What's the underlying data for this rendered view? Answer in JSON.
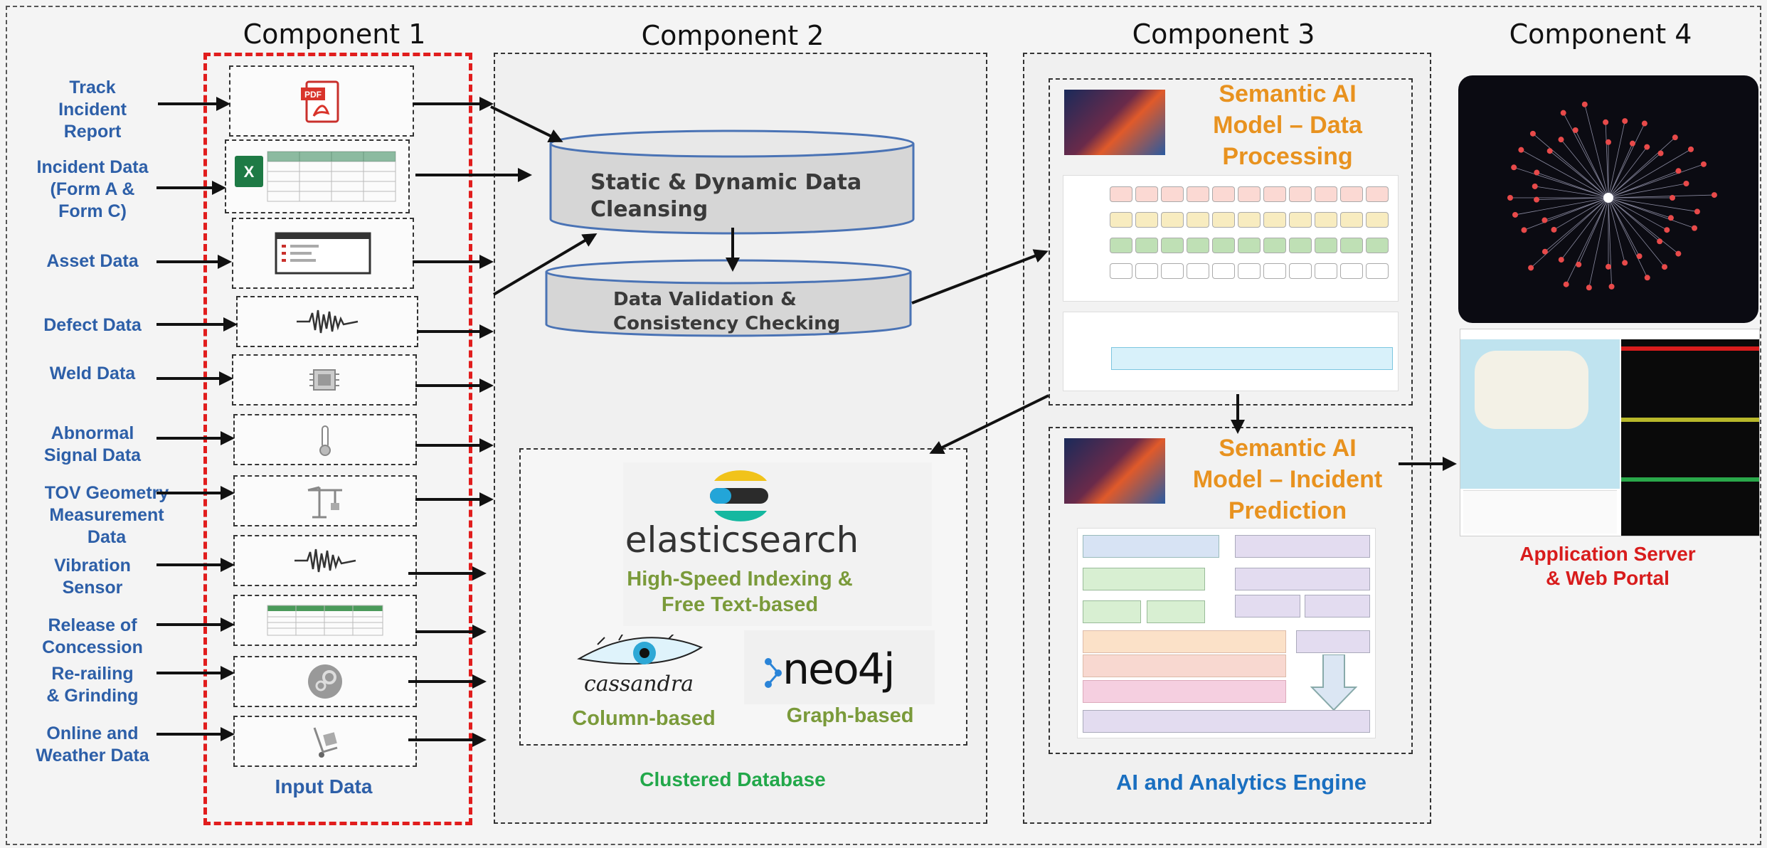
{
  "components": {
    "c1_title": "Component 1",
    "c2_title": "Component 2",
    "c3_title": "Component 3",
    "c4_title": "Component 4"
  },
  "inputs": [
    {
      "label": "Track\nIncident\nReport",
      "icon": "pdf-icon"
    },
    {
      "label": "Incident Data\n(Form A &\nForm C)",
      "icon": "excel-icon"
    },
    {
      "label": "Asset Data",
      "icon": "monitor-icon"
    },
    {
      "label": "Defect Data",
      "icon": "waveform-icon"
    },
    {
      "label": "Weld Data",
      "icon": "chip-icon"
    },
    {
      "label": "Abnormal\nSignal Data",
      "icon": "thermometer-icon"
    },
    {
      "label": "TOV Geometry\nMeasurement\nData",
      "icon": "crane-icon"
    },
    {
      "label": "Vibration\nSensor",
      "icon": "waveform-icon"
    },
    {
      "label": "Release of\nConcession",
      "icon": "spreadsheet-icon"
    },
    {
      "label": "Re-railing\n& Grinding",
      "icon": "gears-icon"
    },
    {
      "label": "Online and\nWeather Data",
      "icon": "hand-truck-icon"
    }
  ],
  "input_data_label": "Input Data",
  "c2": {
    "cylinder1": "Static  & Dynamic Data\nCleansing",
    "cylinder2": "Data Validation &\nConsistency Checking",
    "elastic_logo_text": "elasticsearch",
    "elastic_caption": "High-Speed Indexing &\nFree Text-based",
    "cassandra_logo_text": "cassandra",
    "cassandra_caption": "Column-based",
    "neo4j_logo_text": "neo4j",
    "neo4j_caption": "Graph-based",
    "footer": "Clustered Database"
  },
  "c3": {
    "model1_title": "Semantic AI\nModel – Data\nProcessing",
    "model2_title": "Semantic AI\nModel – Incident\nPrediction",
    "footer": "AI and Analytics Engine"
  },
  "c4": {
    "footer": "Application Server\n& Web Portal"
  },
  "colors": {
    "red_dash": "#e11d1d",
    "blue_label": "#2d5fa8",
    "orange": "#e8921f",
    "green_caption": "#7a9a3a",
    "green_footer": "#22a84a",
    "red_footer": "#d81c1c"
  }
}
